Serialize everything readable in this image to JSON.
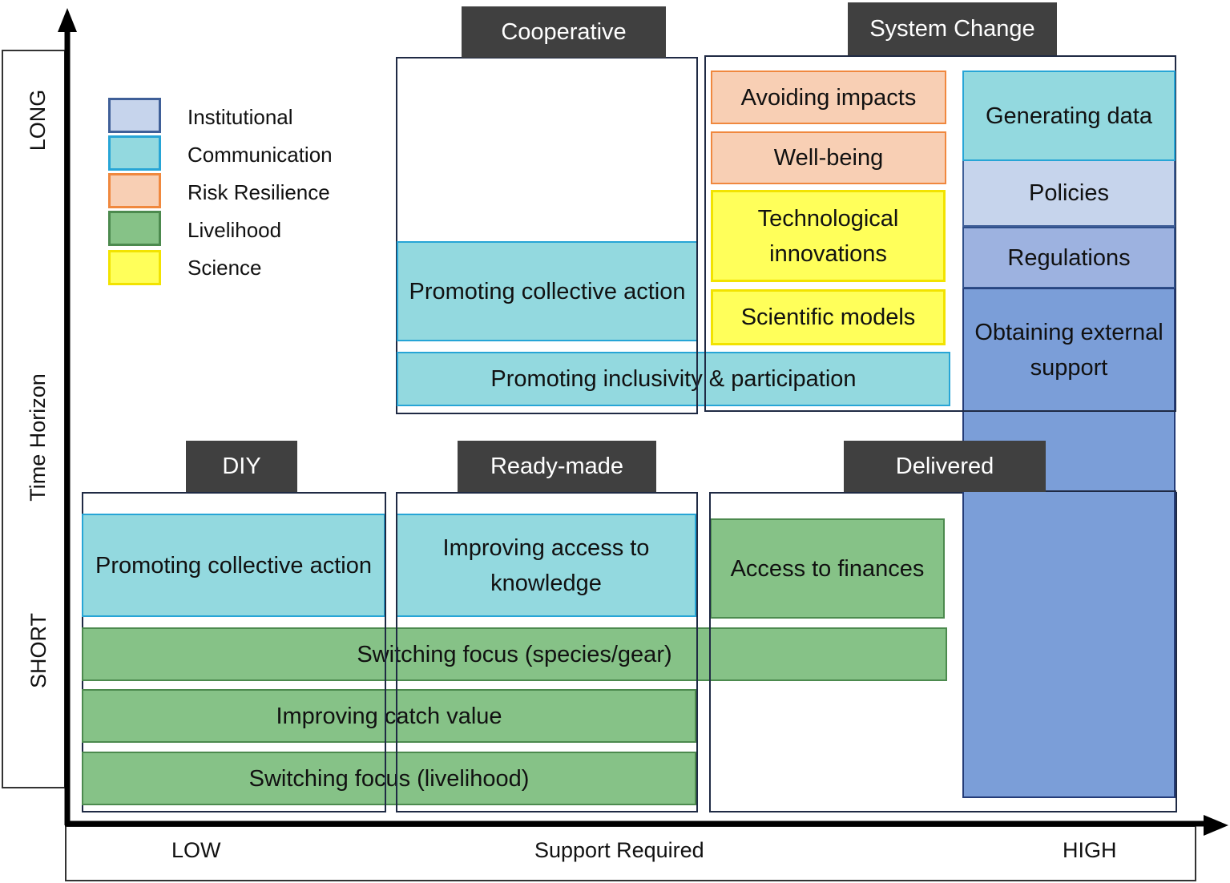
{
  "axes": {
    "y_title": "Time Horizon",
    "y_high": "LONG",
    "y_low": "SHORT",
    "x_title": "Support Required",
    "x_low": "LOW",
    "x_high": "HIGH"
  },
  "legend": [
    {
      "label": "Institutional",
      "fill": "#c6d4ec",
      "border": "#3f5f98"
    },
    {
      "label": "Communication",
      "fill": "#93d9df",
      "border": "#27a5d6"
    },
    {
      "label": "Risk Resilience",
      "fill": "#f8cfb4",
      "border": "#f0883e"
    },
    {
      "label": "Livelihood",
      "fill": "#86c287",
      "border": "#4c8a4e"
    },
    {
      "label": "Science",
      "fill": "#ffff5a",
      "border": "#f2e300"
    }
  ],
  "categories": {
    "cooperative": "Cooperative",
    "system_change": "System Change",
    "diy": "DIY",
    "ready_made": "Ready-made",
    "delivered": "Delivered"
  },
  "actions": {
    "coop_collective_action": "Promoting collective action",
    "inclusivity": "Promoting inclusivity & participation",
    "avoiding_impacts": "Avoiding impacts",
    "well_being": "Well-being",
    "tech_innovations": "Technological innovations",
    "scientific_models": "Scientific models",
    "generating_data": "Generating data",
    "policies": "Policies",
    "regulations": "Regulations",
    "external_support": "Obtaining external support",
    "diy_collective_action": "Promoting collective action",
    "access_knowledge": "Improving access to knowledge",
    "access_finances": "Access to finances",
    "switching_species": "Switching focus (species/gear)",
    "catch_value": "Improving catch value",
    "switching_livelihood": "Switching focus (livelihood)"
  }
}
